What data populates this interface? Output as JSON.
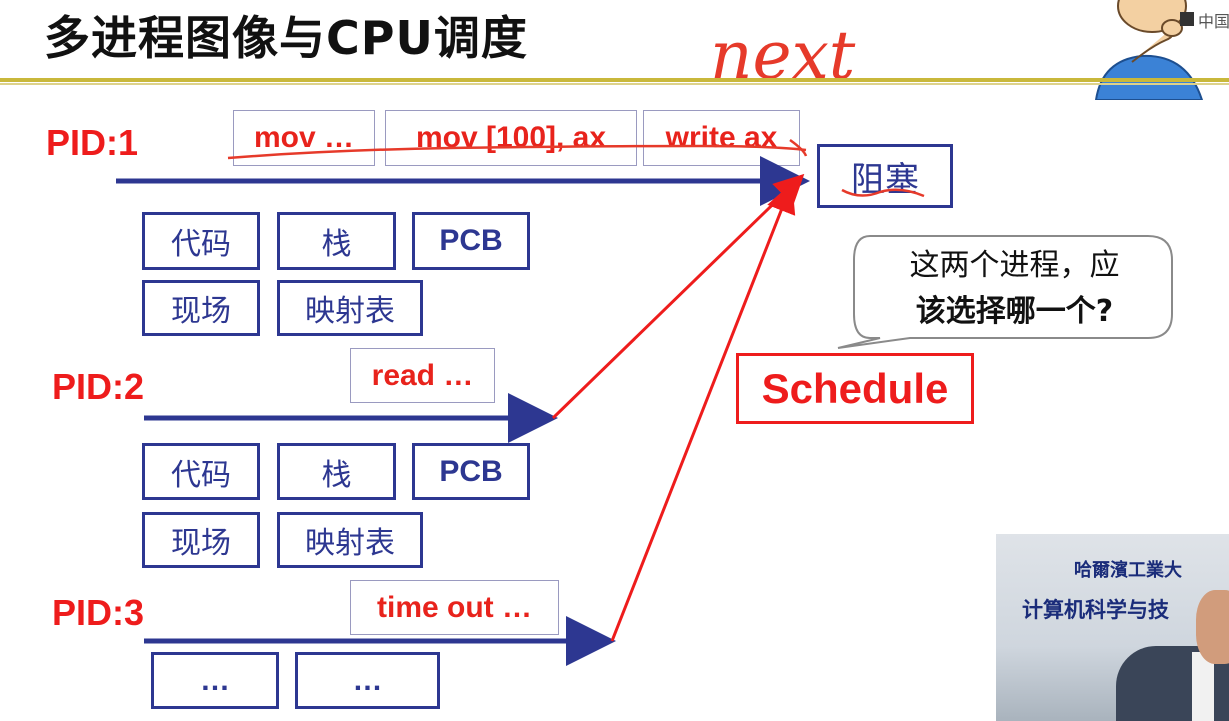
{
  "slide": {
    "title": "多进程图像与CPU调度",
    "annotation": "next",
    "corner_label": "中国"
  },
  "processes": [
    {
      "pid_label": "PID:1",
      "instructions": [
        "mov …",
        "mov [100], ax",
        "write ax"
      ],
      "blocks_row1": [
        "代码",
        "栈",
        "PCB"
      ],
      "blocks_row2": [
        "现场",
        "映射表"
      ]
    },
    {
      "pid_label": "PID:2",
      "instructions": [
        "read …"
      ],
      "blocks_row1": [
        "代码",
        "栈",
        "PCB"
      ],
      "blocks_row2": [
        "现场",
        "映射表"
      ]
    },
    {
      "pid_label": "PID:3",
      "instructions": [
        "time out …"
      ],
      "blocks_row1": [
        "…",
        "…"
      ]
    }
  ],
  "blocked_state": "阻塞",
  "schedule_label": "Schedule",
  "bubble": {
    "line1": "这两个进程，应",
    "line2": "该选择哪一个?"
  },
  "video": {
    "sign_line1": "哈爾濱工業大",
    "sign_line2": "计算机科学与技"
  },
  "colors": {
    "arrow_blue": "#2d3791",
    "arrow_red": "#ee1c1c",
    "rule": "#c9b83b"
  }
}
